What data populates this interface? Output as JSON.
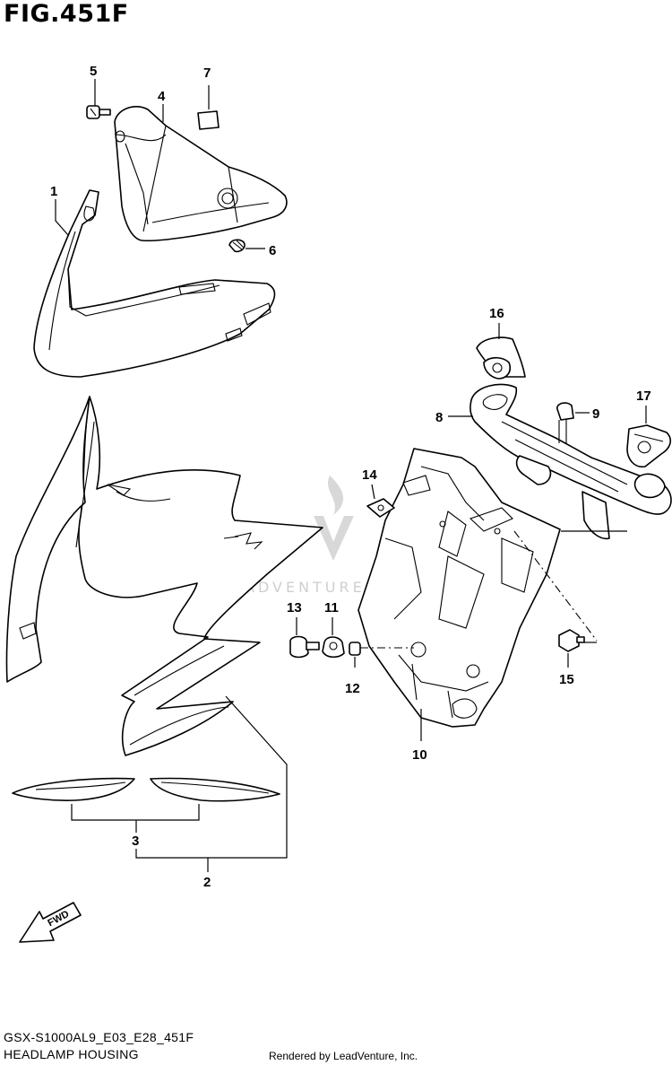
{
  "figure": {
    "title": "FIG.451F",
    "model_code": "GSX-S1000AL9_E03_E28_451F",
    "section_name": "HEADLAMP HOUSING",
    "footer": "Rendered by LeadVenture, Inc.",
    "watermark": "LEADVENTURE"
  },
  "direction_arrow": {
    "label": "FWD"
  },
  "callouts": [
    "1",
    "2",
    "3",
    "4",
    "5",
    "6",
    "7",
    "8",
    "9",
    "10",
    "11",
    "12",
    "13",
    "14",
    "15",
    "16",
    "17"
  ]
}
